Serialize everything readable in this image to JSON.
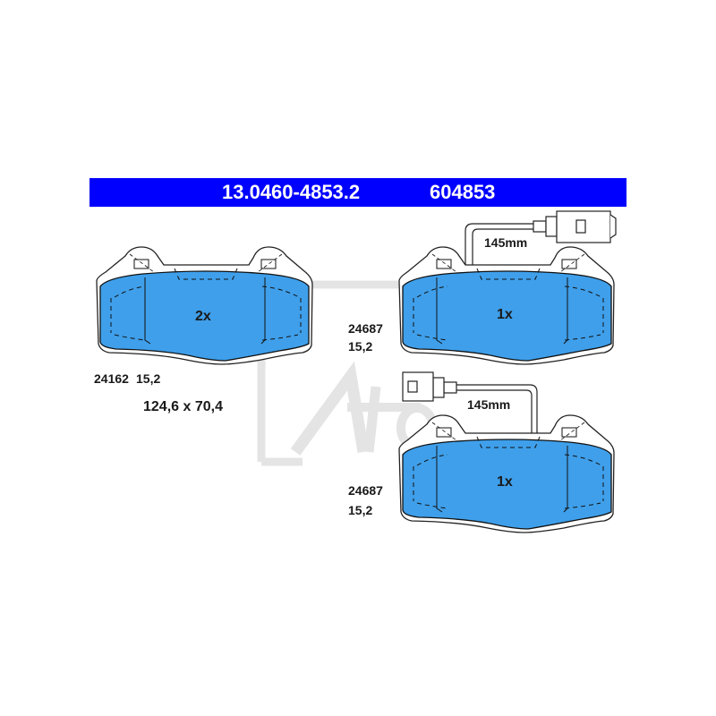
{
  "header": {
    "part_number": "13.0460-4853.2",
    "ref_number": "604853",
    "bar_color": "#0000ff"
  },
  "pads": [
    {
      "id": "left",
      "quantity": "2x",
      "code": "24162",
      "thickness": "15,2",
      "has_sensor": false
    },
    {
      "id": "right_top",
      "quantity": "1x",
      "code": "24687",
      "thickness": "15,2",
      "has_sensor": true,
      "wire_length": "145mm"
    },
    {
      "id": "right_bottom",
      "quantity": "1x",
      "code": "24687",
      "thickness": "15,2",
      "has_sensor": true,
      "wire_length": "145mm"
    }
  ],
  "dimensions": "124,6 x 70,4",
  "colors": {
    "friction": "#3f9fea",
    "outline": "#222222",
    "watermark": "#e6e6e6"
  }
}
